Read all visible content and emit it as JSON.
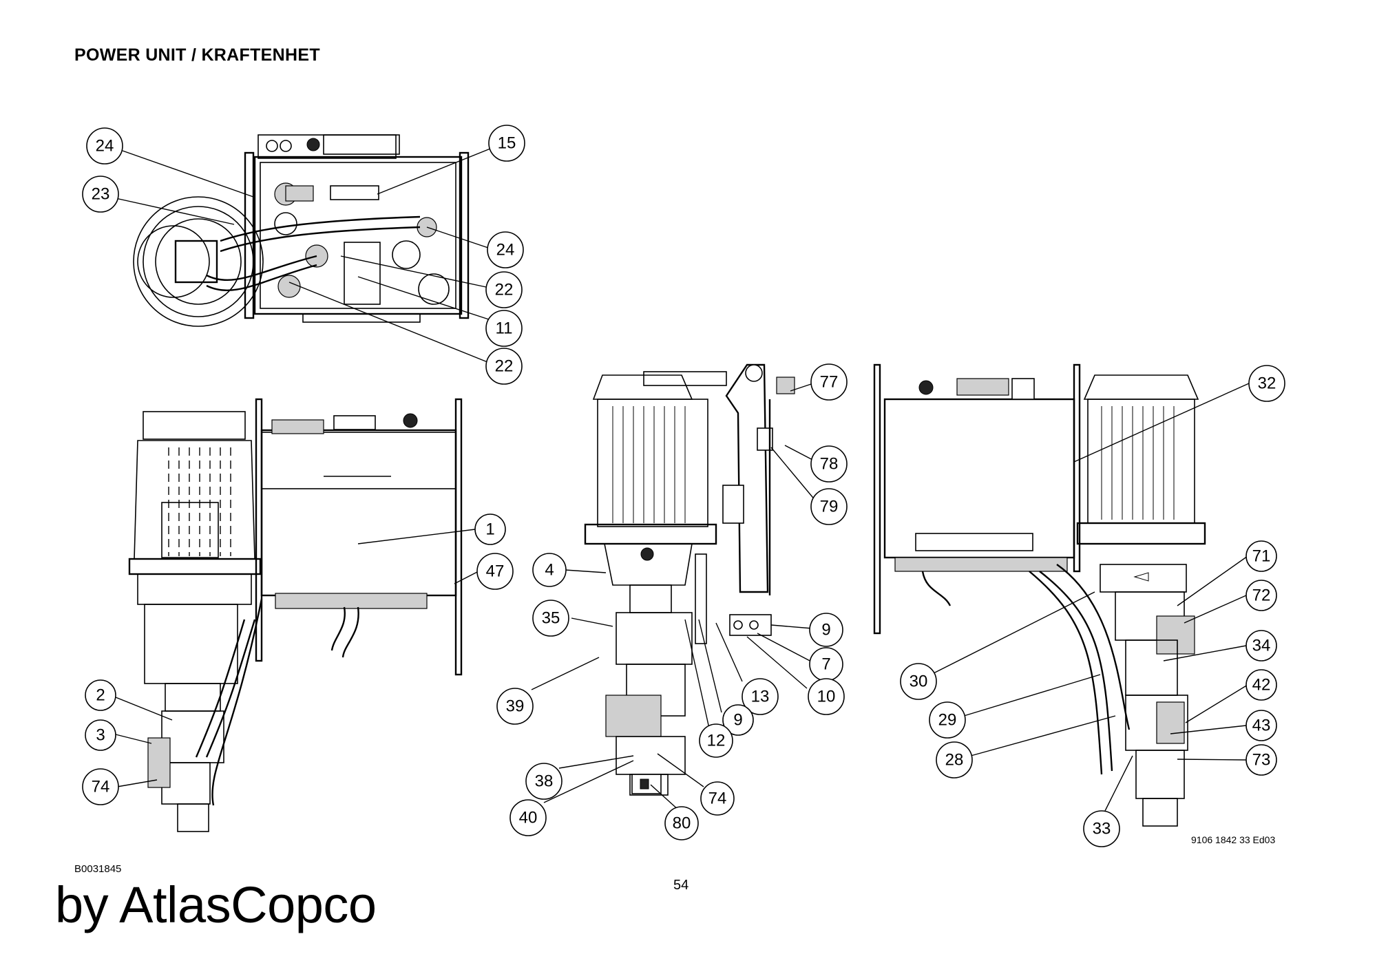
{
  "header": {
    "title": "POWER UNIT / KRAFTENHET"
  },
  "footer": {
    "doc_number": "B0031845",
    "brand": "by AtlasCopco",
    "page_number": "54",
    "edition": "9106 1842 33 Ed03"
  },
  "callouts": {
    "top_view": [
      "24",
      "23",
      "15",
      "24",
      "22",
      "11",
      "22"
    ],
    "front_view": [
      "1",
      "47",
      "2",
      "3",
      "74"
    ],
    "side_view": [
      "77",
      "78",
      "79",
      "4",
      "35",
      "9",
      "7",
      "10",
      "39",
      "13",
      "9",
      "12",
      "38",
      "40",
      "74",
      "80"
    ],
    "rear_view": [
      "32",
      "71",
      "72",
      "34",
      "30",
      "29",
      "42",
      "43",
      "28",
      "73",
      "33"
    ]
  }
}
